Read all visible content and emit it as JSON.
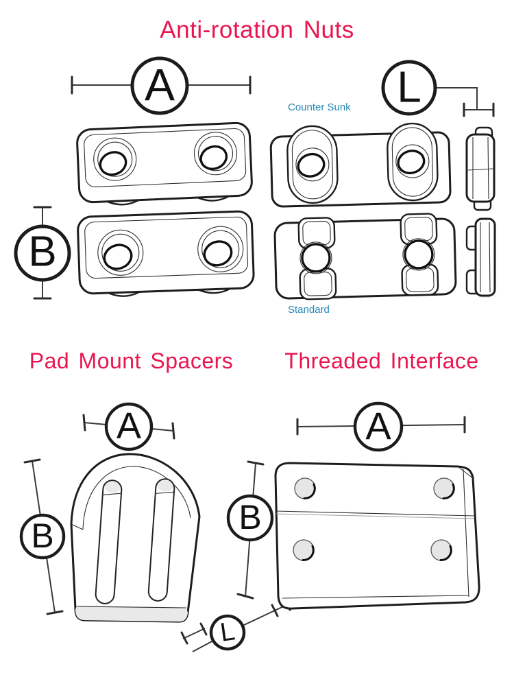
{
  "colors": {
    "title_red": "#e81550",
    "label_blue": "#2489b7",
    "ink": "#1d1d1d"
  },
  "sections": {
    "anti_rotation_nuts": {
      "title": "Anti-rotation Nuts",
      "dim_a": "A",
      "dim_b": "B",
      "dim_l": "L",
      "variant_labels": {
        "counter_sunk": "Counter Sunk",
        "standard": "Standard"
      }
    },
    "pad_mount_spacers": {
      "title": "Pad Mount Spacers",
      "dim_a": "A",
      "dim_b": "B",
      "dim_l": "L"
    },
    "threaded_interface": {
      "title": "Threaded Interface",
      "dim_a": "A",
      "dim_b": "B"
    }
  }
}
